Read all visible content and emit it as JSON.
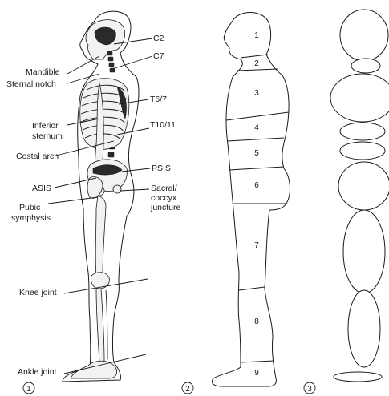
{
  "panel1": {
    "number": "1",
    "labels": {
      "c2": "C2",
      "c7": "C7",
      "mandible": "Mandible",
      "sternal_notch": "Sternal notch",
      "t67": "T6/7",
      "inferior_sternum_1": "Inferior",
      "inferior_sternum_2": "sternum",
      "t1011": "T10/11",
      "costal_arch": "Costal arch",
      "psis": "PSIS",
      "asis": "ASIS",
      "sacral_1": "Sacral/",
      "sacral_2": "coccyx",
      "sacral_3": "juncture",
      "pubic_1": "Pubic",
      "pubic_2": "symphysis",
      "knee": "Knee joint",
      "ankle": "Ankle joint"
    }
  },
  "panel2": {
    "number": "2",
    "segments": [
      "1",
      "2",
      "3",
      "4",
      "5",
      "6",
      "7",
      "8",
      "9"
    ]
  },
  "panel3": {
    "number": "3"
  }
}
